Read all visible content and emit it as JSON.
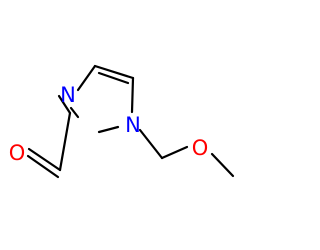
{
  "molecule": {
    "atoms": {
      "n3": {
        "symbol": "N",
        "color": "#0000ff"
      },
      "n1": {
        "symbol": "N",
        "color": "#0000ff"
      },
      "o_carbonyl": {
        "symbol": "O",
        "color": "#ff0000"
      },
      "o_ether": {
        "symbol": "O",
        "color": "#ff0000"
      }
    }
  }
}
